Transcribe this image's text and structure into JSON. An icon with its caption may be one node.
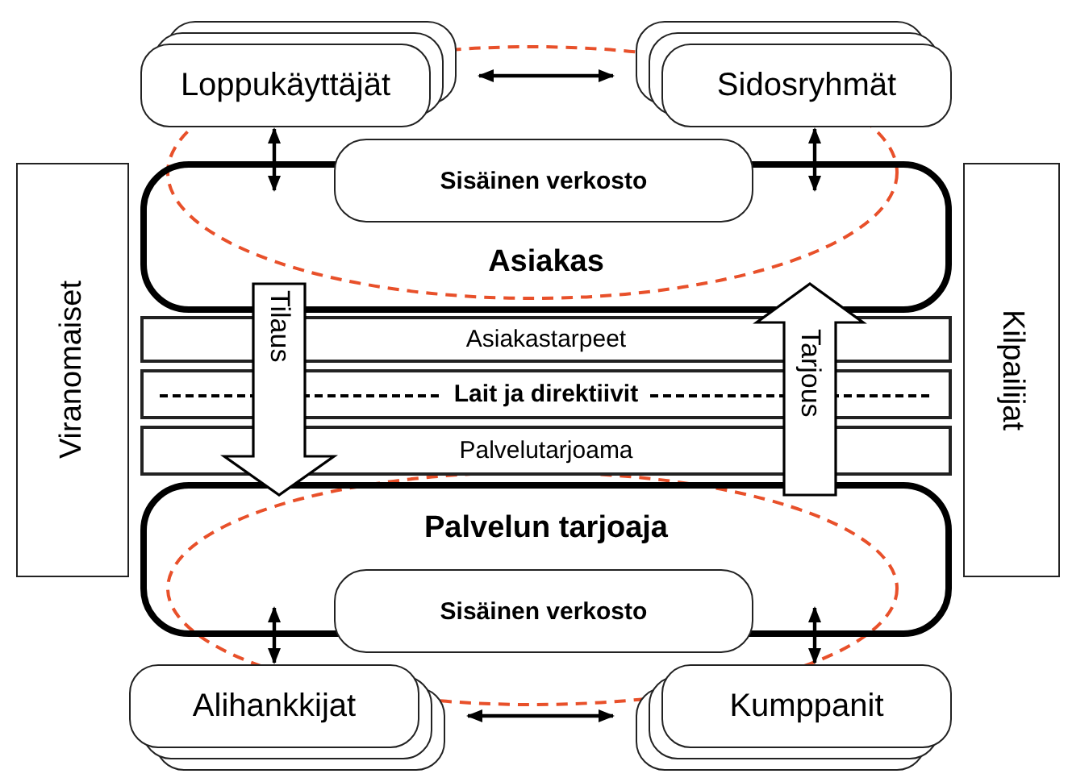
{
  "diagram": {
    "nodes": [
      {
        "text": [
          "Loppukäyttäjät"
        ]
      },
      {
        "text": [
          "Sidosryhmät"
        ]
      },
      {
        "text": [
          "Asiakas"
        ]
      },
      {
        "text": [
          "Sisäinen verkosto"
        ]
      },
      {
        "text": [
          "Viranomaiset"
        ]
      },
      {
        "text": [
          "Asiakastarpeet"
        ]
      },
      {
        "text": [
          "Lait ja direktiivit"
        ]
      },
      {
        "text": [
          "Palvelutarjoama"
        ]
      },
      {
        "text": [
          "Kilpailijat"
        ]
      },
      {
        "text": [
          "Palvelun tarjoaja"
        ]
      },
      {
        "text": [
          "Sisäinen verkosto"
        ]
      },
      {
        "text": [
          "Alihankkijat"
        ]
      },
      {
        "text": [
          "Kumppanit"
        ]
      }
    ],
    "edges": [
      {
        "from": 0,
        "to": 1,
        "arrow": "both"
      },
      {
        "from": 0,
        "to": 2,
        "arrow": "both"
      },
      {
        "from": 1,
        "to": 2,
        "arrow": "both"
      },
      {
        "from": 2,
        "to": 9,
        "arrow": "to",
        "label": "Tilaus",
        "style": "thick"
      },
      {
        "from": 9,
        "to": 2,
        "arrow": "to",
        "label": "Tarjous",
        "style": "thick"
      },
      {
        "from": 9,
        "to": 11,
        "arrow": "both"
      },
      {
        "from": 9,
        "to": 12,
        "arrow": "both"
      },
      {
        "from": 11,
        "to": 12,
        "arrow": "both"
      }
    ]
  }
}
